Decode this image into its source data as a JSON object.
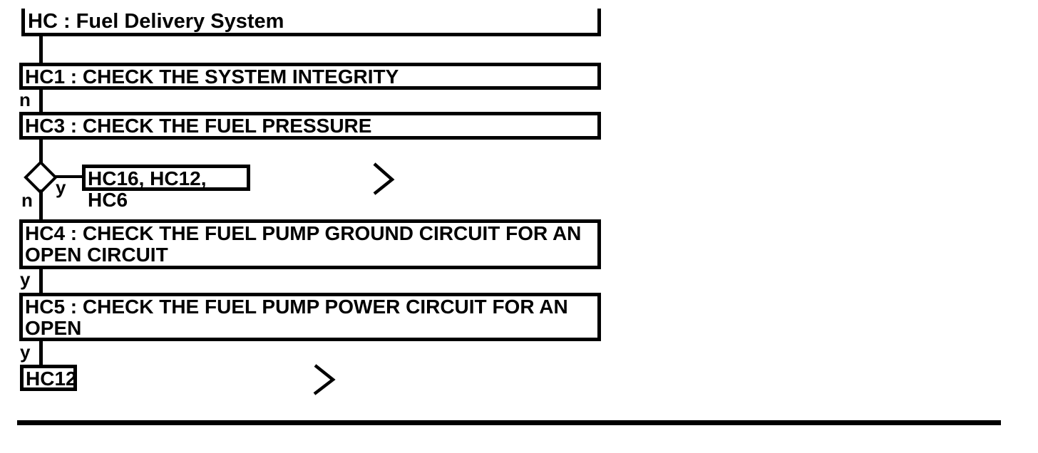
{
  "diagram": {
    "title": "HC : Fuel Delivery System",
    "nodes": {
      "hc1": "HC1 : CHECK THE SYSTEM INTEGRITY",
      "hc3": "HC3 : CHECK THE FUEL PRESSURE",
      "branch_targets": "HC16, HC12, HC6",
      "hc4": "HC4 : CHECK THE FUEL PUMP GROUND CIRCUIT FOR AN OPEN CIRCUIT",
      "hc5": "HC5 : CHECK THE FUEL PUMP POWER CIRCUIT FOR AN OPEN",
      "hc12": "HC12"
    },
    "edge_labels": {
      "hc1_no": "n",
      "decision_no": "n",
      "decision_yes": "y",
      "hc4_yes": "y",
      "hc5_yes": "y"
    },
    "icons": {
      "continue_chevron": "chevron-right",
      "decision_diamond": "diamond"
    },
    "colors": {
      "ink": "#000000",
      "background": "#ffffff"
    }
  }
}
